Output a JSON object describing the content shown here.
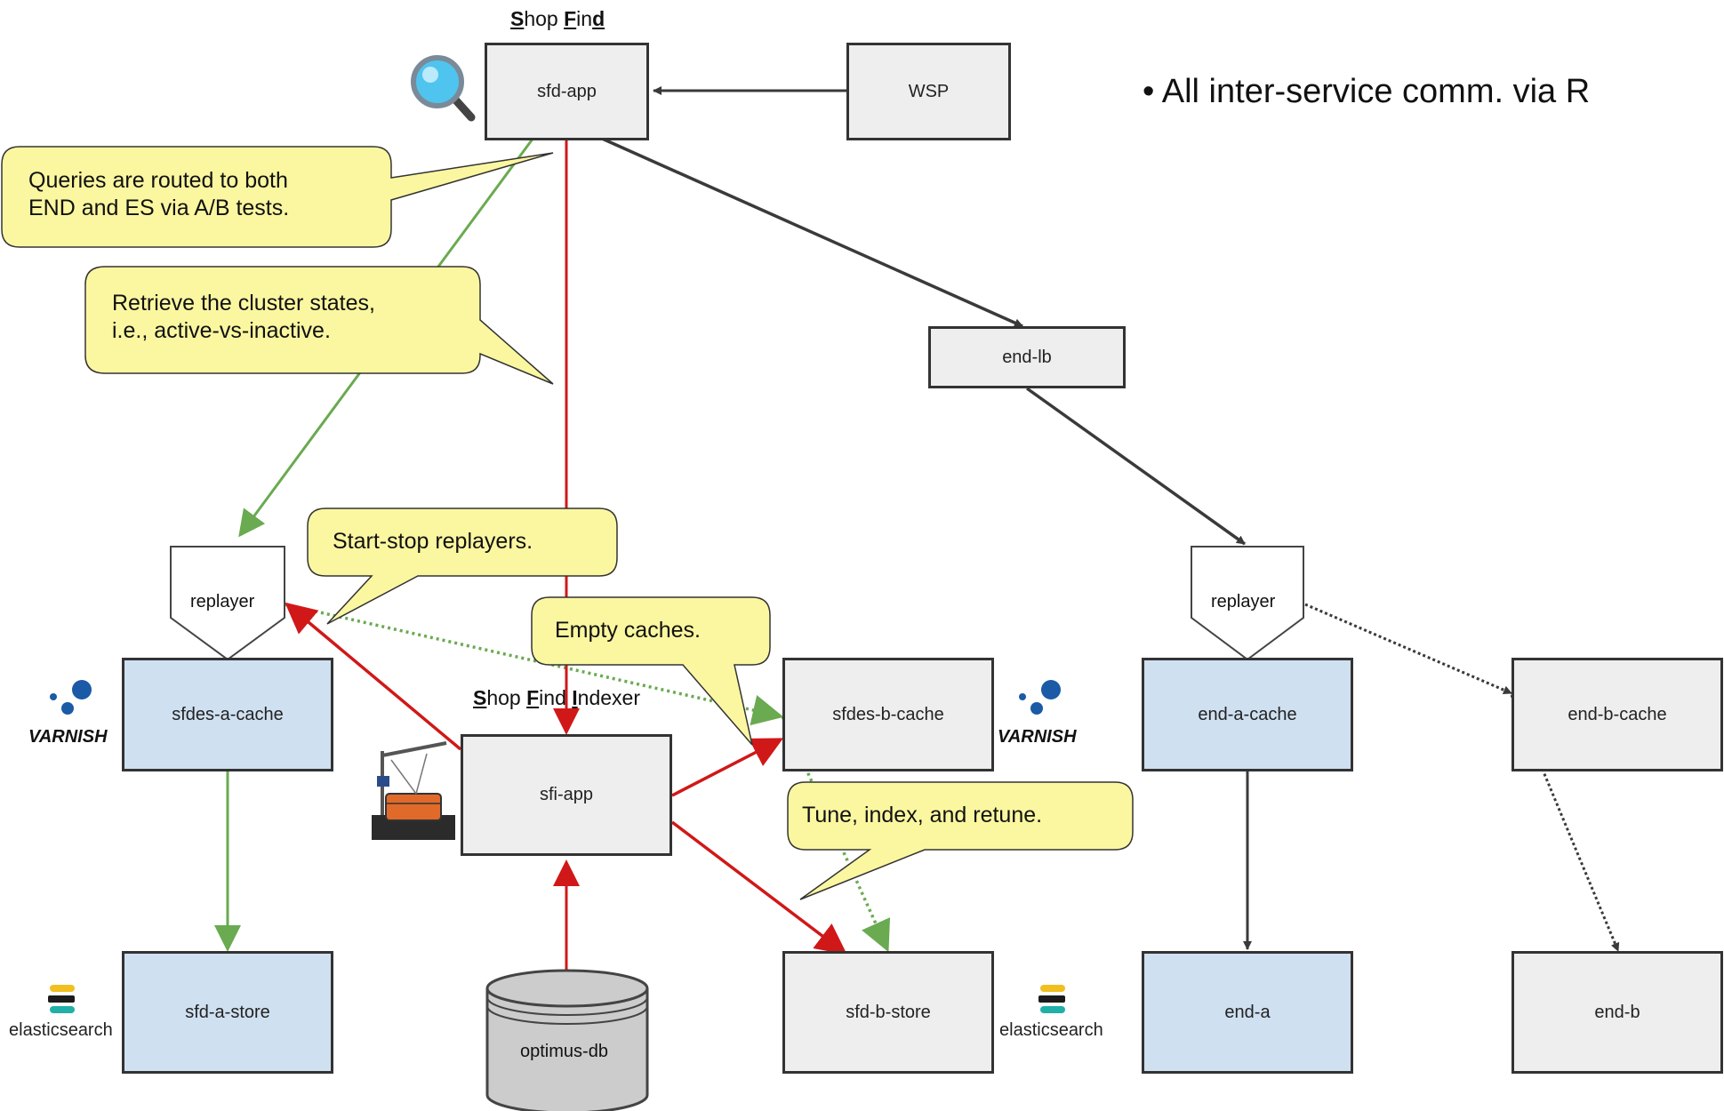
{
  "diagram": {
    "sfd_title": {
      "parts": [
        {
          "text": "S",
          "u": true
        },
        {
          "text": "hop ",
          "u": false
        },
        {
          "text": "F",
          "u": true
        },
        {
          "text": "in",
          "u": false
        },
        {
          "text": "d",
          "u": true
        }
      ]
    },
    "sfi_title": {
      "parts": [
        {
          "text": "S",
          "u": true
        },
        {
          "text": "hop ",
          "u": false
        },
        {
          "text": "F",
          "u": true
        },
        {
          "text": "ind ",
          "u": false
        },
        {
          "text": "I",
          "u": true
        },
        {
          "text": "ndexer",
          "u": false
        }
      ]
    },
    "bullet": "All inter-service comm. via R",
    "nodes": {
      "sfd_app": "sfd-app",
      "wsp": "WSP",
      "end_lb": "end-lb",
      "replayer_left": "replayer",
      "replayer_right": "replayer",
      "sfdes_a_cache": "sfdes-a-cache",
      "sfdes_b_cache": "sfdes-b-cache",
      "end_a_cache": "end-a-cache",
      "end_b_cache": "end-b-cache",
      "sfi_app": "sfi-app",
      "sfd_a_store": "sfd-a-store",
      "sfd_b_store": "sfd-b-store",
      "end_a": "end-a",
      "end_b": "end-b",
      "optimus_db": "optimus-db"
    },
    "callouts": {
      "queries": [
        "Queries are routed to both",
        "END and ES via A/B tests."
      ],
      "retrieve": [
        "Retrieve the cluster states,",
        "i.e., active-vs-inactive."
      ],
      "startstop": [
        "Start-stop replayers."
      ],
      "empty": [
        "Empty caches."
      ],
      "tune": [
        "Tune, index, and retune."
      ]
    },
    "logos": {
      "varnish_left": "VARNISH",
      "varnish_right": "VARNISH",
      "es_left": "elasticsearch",
      "es_right": "elasticsearch"
    },
    "icons": [
      "magnifier-icon",
      "crane-ship-icon",
      "varnish-logo",
      "elasticsearch-logo"
    ],
    "colors": {
      "green": "#6aaa50",
      "red": "#d01818",
      "dark": "#3a3a3a",
      "callout_fill": "#fbf7a0",
      "node_fill": "#eeeeee",
      "node_blue": "#cfe0f1"
    }
  }
}
